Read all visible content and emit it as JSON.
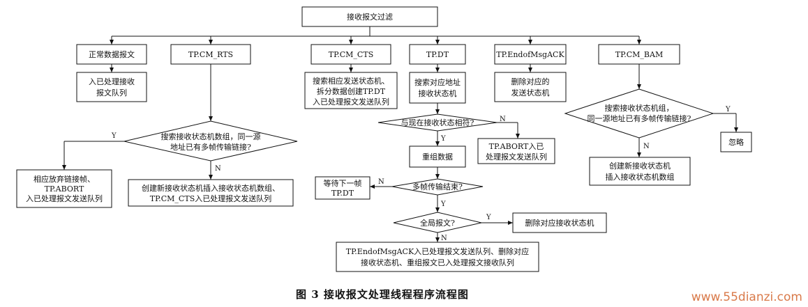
{
  "nodes": {
    "root": "接收报文过滤",
    "normal": "正常数据报文",
    "rts": "TP.CM_RTS",
    "cts": "TP.CM_CTS",
    "dt": "TP.DT",
    "eom": "TP.EndofMsgACK",
    "bam": "TP.CM_BAM",
    "normal_action": [
      "入已处理接收",
      "报文队列"
    ],
    "cts_action": [
      "搜索相应发送状态机、",
      "拆分数据创建TP.DT",
      "入已处理报文发送队列"
    ],
    "dt_action": [
      "搜索对应地址",
      "接收状态机"
    ],
    "eom_action": [
      "删除对应的",
      "发送状态机"
    ],
    "rts_decision": [
      "搜索接收状态机数组，同一源",
      "地址已有多帧传输链接?"
    ],
    "rts_yes": [
      "相应放弃链接帧、",
      "TP.ABORT",
      "入已处理报文发送队列"
    ],
    "rts_no": [
      "创建新接收状态机插入接收状态机数组、",
      "TP.CM_CTS入已处理报文发送队列"
    ],
    "dt_decision": "与现在接收状态相符?",
    "dt_no": [
      "TP.ABORT入已",
      "处理报文发送队列"
    ],
    "reassemble": "重组数据",
    "multi_end": "多帧传输结束?",
    "wait": [
      "等待下一帧",
      "TP.DT"
    ],
    "global": "全局报文?",
    "delete_recv": "删除对应接收状态机",
    "final": [
      "TP.EndofMsgACK入已处理报文发送队列、删除对应",
      "接收状态机、重组报文已入处理报文接收队列"
    ],
    "bam_decision": [
      "搜索接收状态机组，",
      "同一源地址已有多帧传输链接?"
    ],
    "ignore": "忽略",
    "bam_no": [
      "创建新接收状态机",
      "插入接收状态机数组"
    ]
  },
  "labels": {
    "yes": "Y",
    "no": "N"
  },
  "caption": "图 3    接收报文处理线程程序流程图",
  "watermark": "www.55dianzi.com"
}
